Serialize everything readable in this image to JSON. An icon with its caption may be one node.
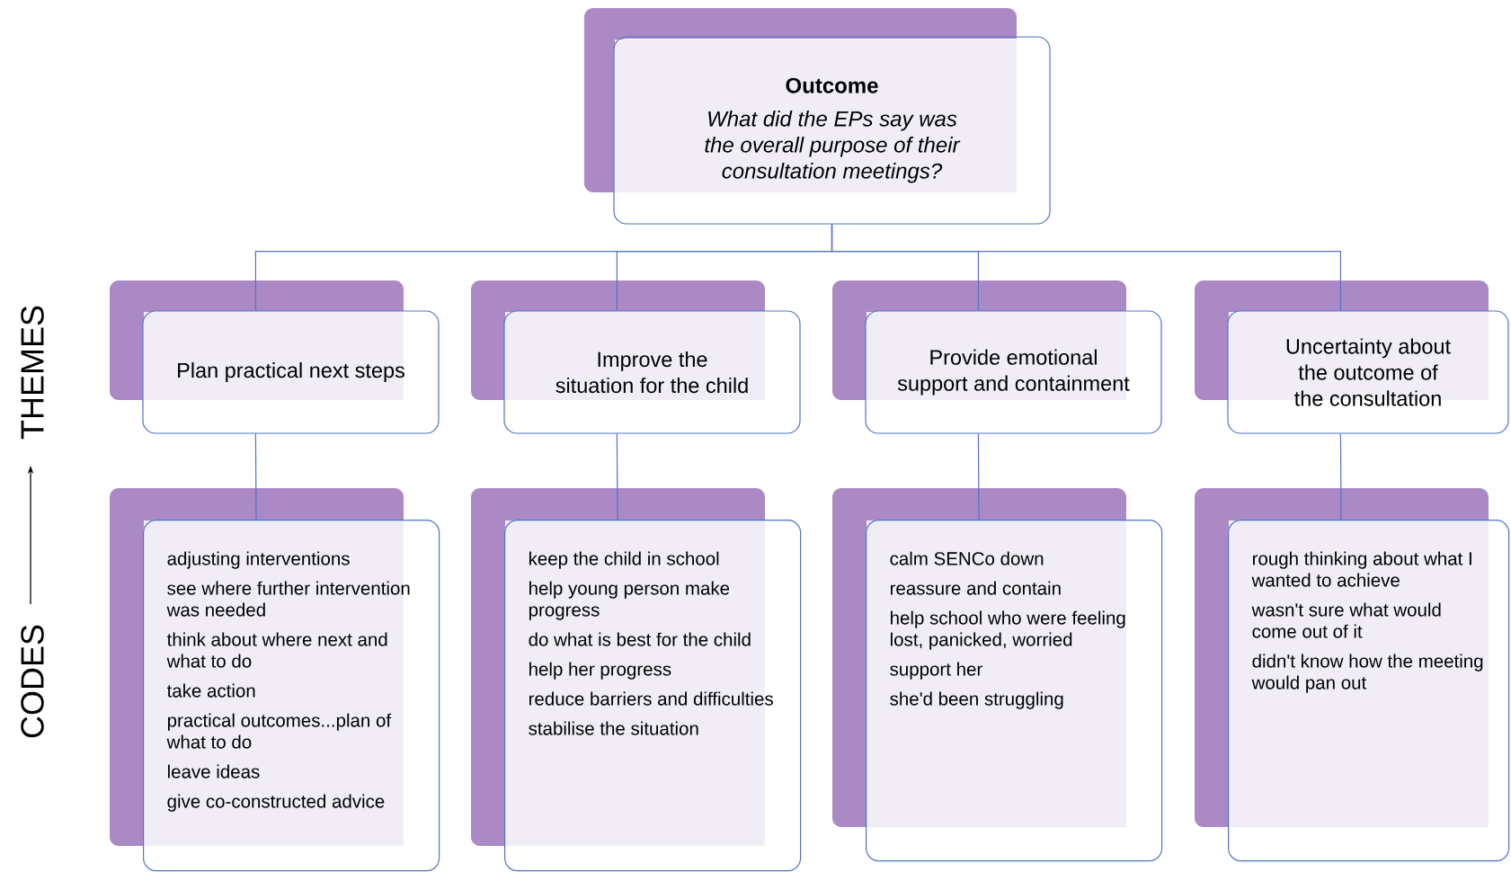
{
  "diagram": {
    "nodes": [
      {
        "text": [
          "Outcome",
          "What did the EPs say was the overall purpose of their consultation meetings?"
        ]
      },
      {
        "text": [
          "Plan practical next steps"
        ]
      },
      {
        "text": [
          "Improve the situation for the child"
        ]
      },
      {
        "text": [
          "Provide emotional support and containment"
        ]
      },
      {
        "text": [
          "Uncertainty about the outcome of the consultation"
        ]
      },
      {
        "text": [
          "adjusting interventions",
          "see where further intervention was needed",
          "think about where next and what to do",
          "take action",
          "practical outcomes...plan of what to do",
          "leave ideas",
          "give co-constructed advice"
        ]
      },
      {
        "text": [
          "keep the child in school",
          "help young person make progress",
          "do what is best for the child",
          "help her progress",
          "reduce barriers and difficulties",
          "stabilise the situation"
        ]
      },
      {
        "text": [
          "calm SENCo down",
          "reassure and contain",
          "help school who were feeling lost, panicked, worried",
          "support her",
          "she'd been struggling"
        ]
      },
      {
        "text": [
          "rough thinking about what I wanted to achieve",
          "wasn't sure what would come out of it",
          "didn't know how the meeting would pan out"
        ]
      }
    ],
    "edges": [
      {
        "from": 0,
        "to": 1,
        "arrow": "none"
      },
      {
        "from": 0,
        "to": 2,
        "arrow": "none"
      },
      {
        "from": 0,
        "to": 3,
        "arrow": "none"
      },
      {
        "from": 0,
        "to": 4,
        "arrow": "none"
      },
      {
        "from": 1,
        "to": 5,
        "arrow": "none"
      },
      {
        "from": 2,
        "to": 6,
        "arrow": "none"
      },
      {
        "from": 3,
        "to": 7,
        "arrow": "none"
      },
      {
        "from": 4,
        "to": 8,
        "arrow": "none"
      }
    ],
    "labels": [
      "THEMES",
      "CODES"
    ]
  }
}
